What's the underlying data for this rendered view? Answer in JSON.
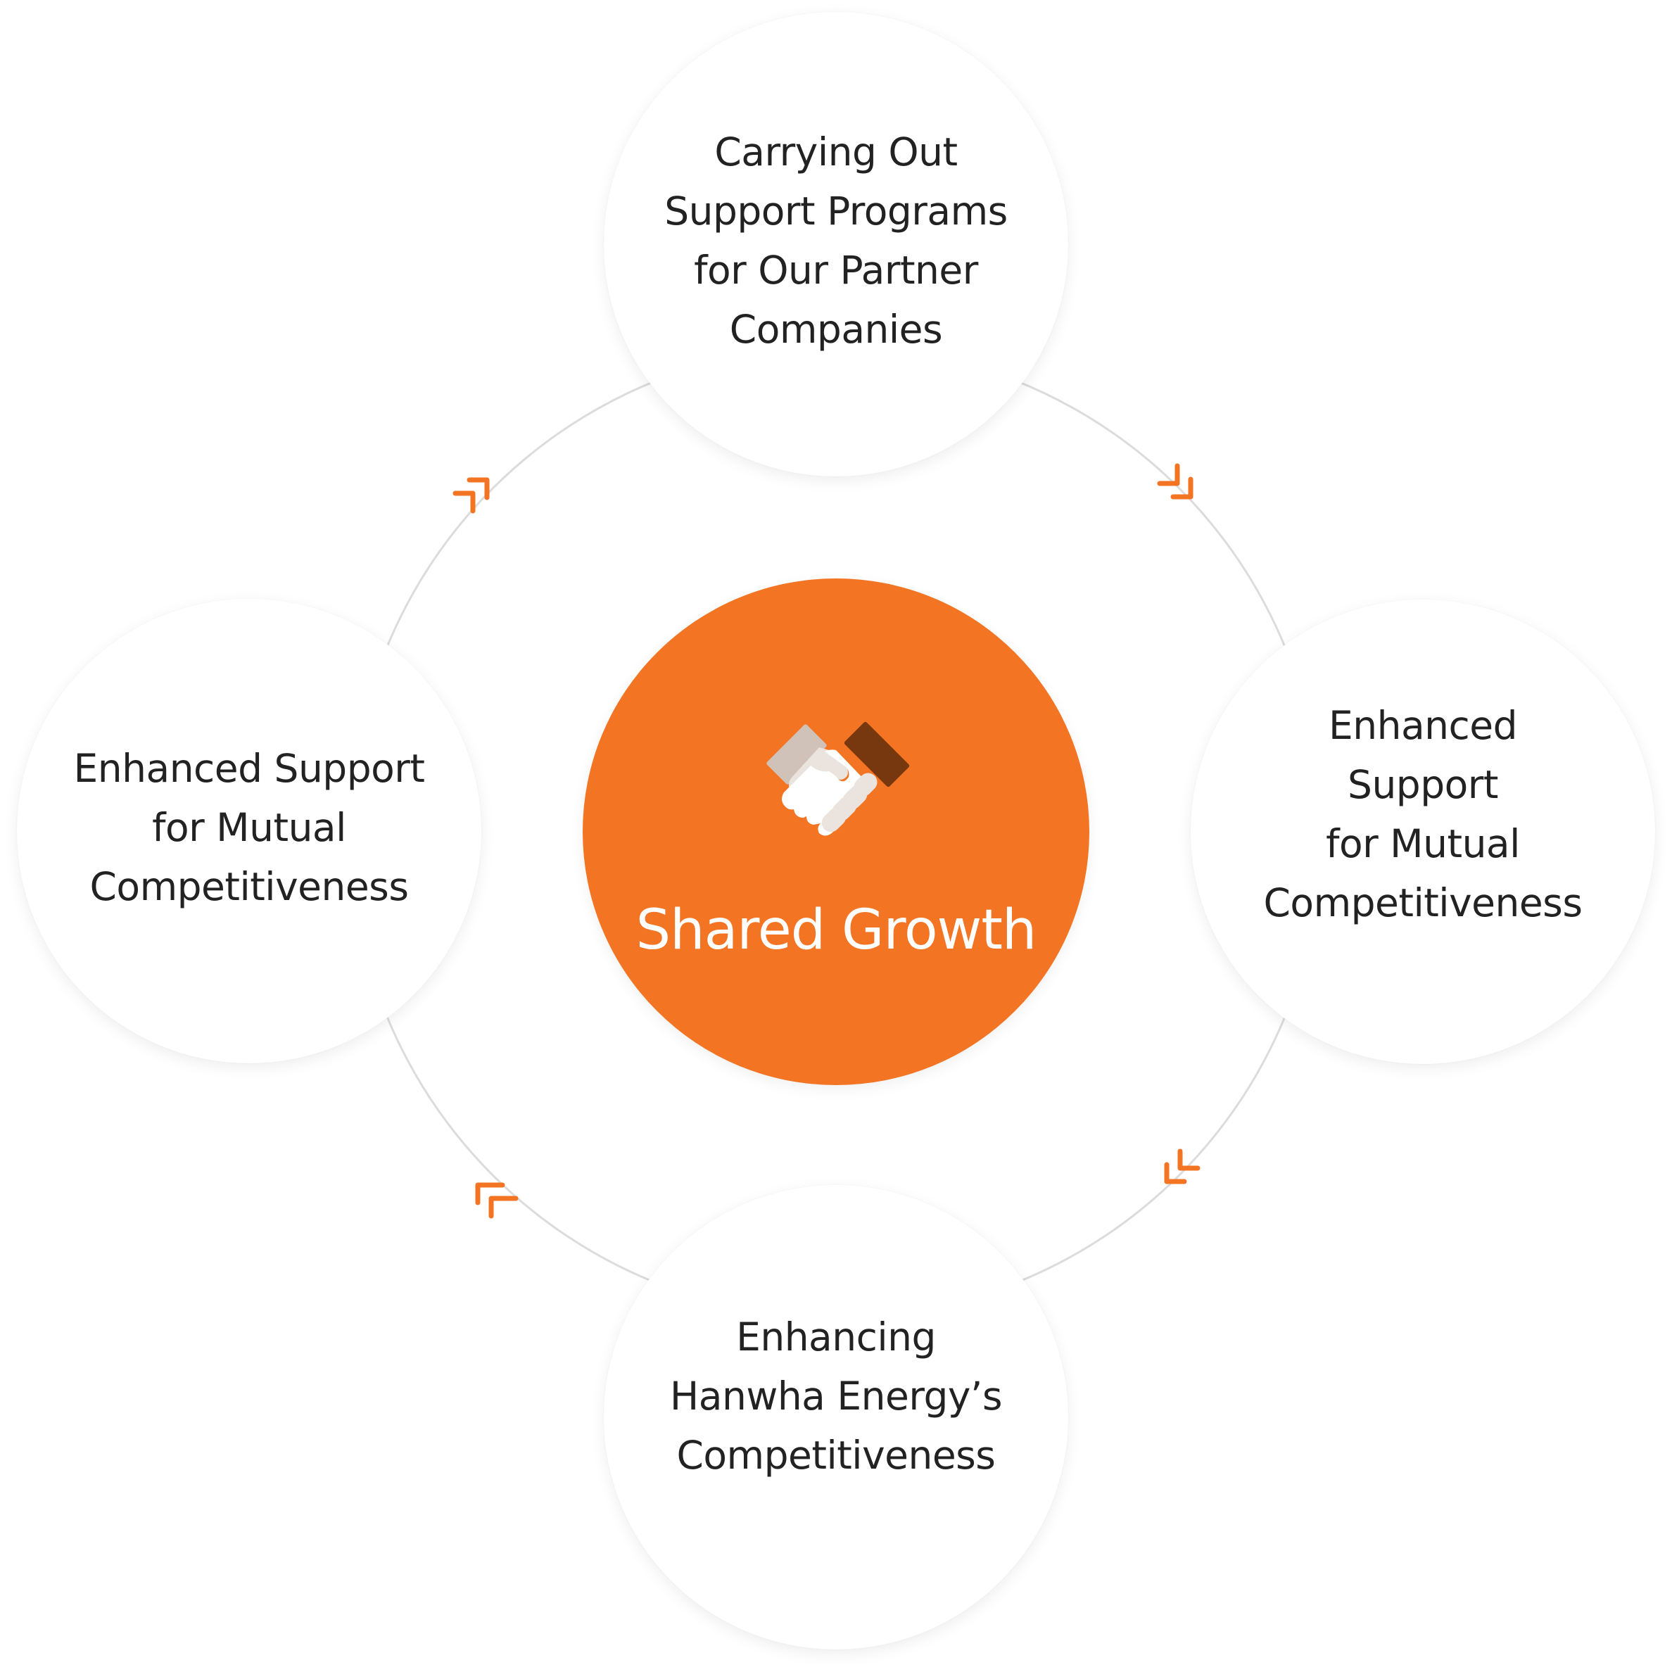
{
  "diagram": {
    "type": "cycle",
    "center": {
      "title": "Shared Growth",
      "icon": "handshake-icon"
    },
    "nodes": [
      {
        "id": "top",
        "lines": [
          "Carrying Out",
          "Support Programs",
          "for Our Partner",
          "Companies"
        ]
      },
      {
        "id": "right",
        "lines": [
          "Enhanced",
          "Support",
          "for Mutual",
          "Competitiveness"
        ]
      },
      {
        "id": "bottom",
        "lines": [
          "Enhancing",
          "Hanwha Energy’s",
          "Competitiveness"
        ]
      },
      {
        "id": "left",
        "lines": [
          "Enhanced Support",
          "for Mutual",
          "Competitiveness"
        ]
      }
    ],
    "flow_direction": "clockwise",
    "arrows": [
      {
        "from": "left",
        "to": "top",
        "icon": "double-chevron-up-right-icon"
      },
      {
        "from": "top",
        "to": "right",
        "icon": "double-chevron-down-right-icon"
      },
      {
        "from": "right",
        "to": "bottom",
        "icon": "double-chevron-down-left-icon"
      },
      {
        "from": "bottom",
        "to": "left",
        "icon": "double-chevron-up-left-icon"
      }
    ]
  },
  "colors": {
    "accent": "#F37423",
    "ring": "#DCDCDC",
    "text": "#222222",
    "hub_text": "#FFFFFF",
    "cuff_light": "#D0C2B8",
    "cuff_dark": "#78380F",
    "hand_light": "#EAE3DE",
    "hand_white": "#FFFFFF"
  }
}
